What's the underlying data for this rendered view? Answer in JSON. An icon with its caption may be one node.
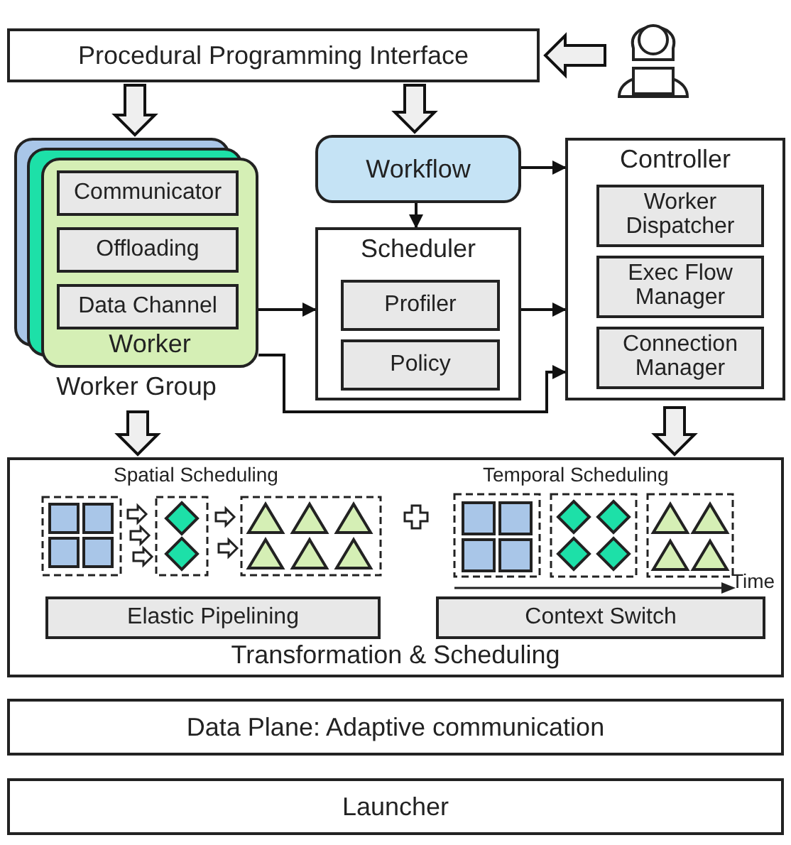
{
  "diagram": {
    "nodes": [
      {
        "text": [
          "Procedural Programming Interface"
        ]
      },
      {
        "text": [],
        "shape": "person"
      },
      {
        "text": [
          "Worker"
        ],
        "beside": [
          "Worker Group"
        ]
      },
      {
        "text": [
          "Communicator"
        ],
        "in": 2
      },
      {
        "text": [
          "Offloading"
        ],
        "in": 2
      },
      {
        "text": [
          "Data Channel"
        ],
        "in": 2
      },
      {
        "text": [
          "Workflow"
        ]
      },
      {
        "text": [
          "Scheduler"
        ]
      },
      {
        "text": [
          "Profiler"
        ],
        "in": 7
      },
      {
        "text": [
          "Policy"
        ],
        "in": 7
      },
      {
        "text": [
          "Controller"
        ]
      },
      {
        "text": [
          "Worker Dispatcher"
        ],
        "in": 10
      },
      {
        "text": [
          "Exec Flow Manager"
        ],
        "in": 10
      },
      {
        "text": [
          "Connection Manager"
        ],
        "in": 10
      },
      {
        "text": [
          "Transformation & Scheduling"
        ]
      },
      {
        "text": [
          "Elastic Pipelining"
        ],
        "in": 14
      },
      {
        "text": [
          "Context Switch"
        ],
        "in": 14
      },
      {
        "text": [
          "Data Plane: Adaptive communication"
        ]
      },
      {
        "text": [
          "Launcher"
        ]
      }
    ],
    "edges": [
      {
        "from": 1,
        "to": 0,
        "arrow": "to",
        "style": "thick"
      },
      {
        "from": 0,
        "to": 2,
        "arrow": "to",
        "style": "thick"
      },
      {
        "from": 0,
        "to": 6,
        "arrow": "to",
        "style": "thick"
      },
      {
        "from": 6,
        "to": 7,
        "arrow": "to"
      },
      {
        "from": 6,
        "to": 10,
        "arrow": "to"
      },
      {
        "from": 2,
        "to": 7,
        "arrow": "to"
      },
      {
        "from": 7,
        "to": 10,
        "arrow": "to"
      },
      {
        "from": 2,
        "to": 10,
        "arrow": "to"
      },
      {
        "from": 2,
        "to": 14,
        "arrow": "to",
        "style": "thick"
      },
      {
        "from": 10,
        "to": 14,
        "arrow": "to",
        "style": "thick"
      }
    ],
    "labels": [
      "Spatial Scheduling",
      "Temporal Scheduling",
      "Time"
    ]
  }
}
